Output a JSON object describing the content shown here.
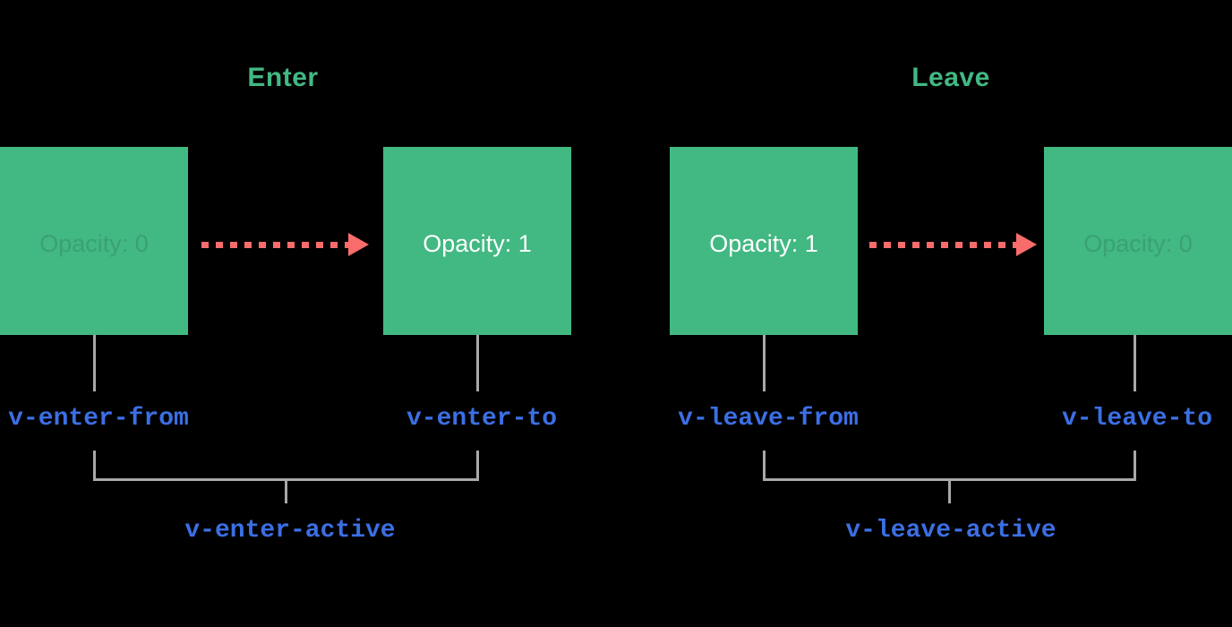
{
  "colors": {
    "background": "#000000",
    "green": "#42b883",
    "blue": "#3c6fe4",
    "red": "#f86c6c",
    "gray": "#a8a8a8",
    "white": "#ffffff",
    "faint_label": "rgba(0,0,0,0.12)"
  },
  "sections": [
    {
      "id": "enter",
      "title": "Enter",
      "boxes": [
        {
          "label": "Opacity: 0",
          "state": "faint"
        },
        {
          "label": "Opacity: 1",
          "state": "solid"
        }
      ],
      "from_label": "v-enter-from",
      "to_label": "v-enter-to",
      "active_label": "v-enter-active",
      "arrow": "dashed-right"
    },
    {
      "id": "leave",
      "title": "Leave",
      "boxes": [
        {
          "label": "Opacity: 1",
          "state": "solid"
        },
        {
          "label": "Opacity: 0",
          "state": "faint"
        }
      ],
      "from_label": "v-leave-from",
      "to_label": "v-leave-to",
      "active_label": "v-leave-active",
      "arrow": "dashed-right"
    }
  ]
}
